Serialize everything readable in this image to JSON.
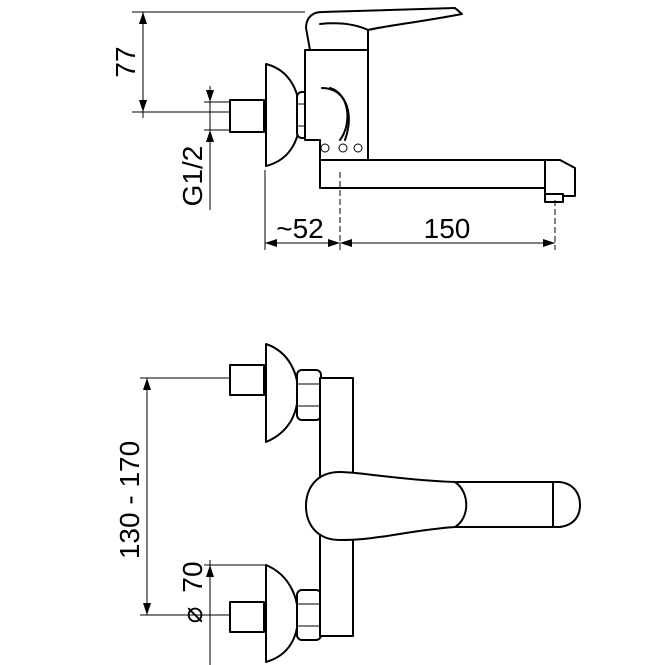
{
  "side_view": {
    "dim_height": "77",
    "dim_thread": "G1/2",
    "dim_wall_offset": "~52",
    "dim_spout_length": "150"
  },
  "front_view": {
    "dim_center_distance": "130 - 170",
    "diameter_symbol": "⌀",
    "dim_diameter": "70"
  }
}
